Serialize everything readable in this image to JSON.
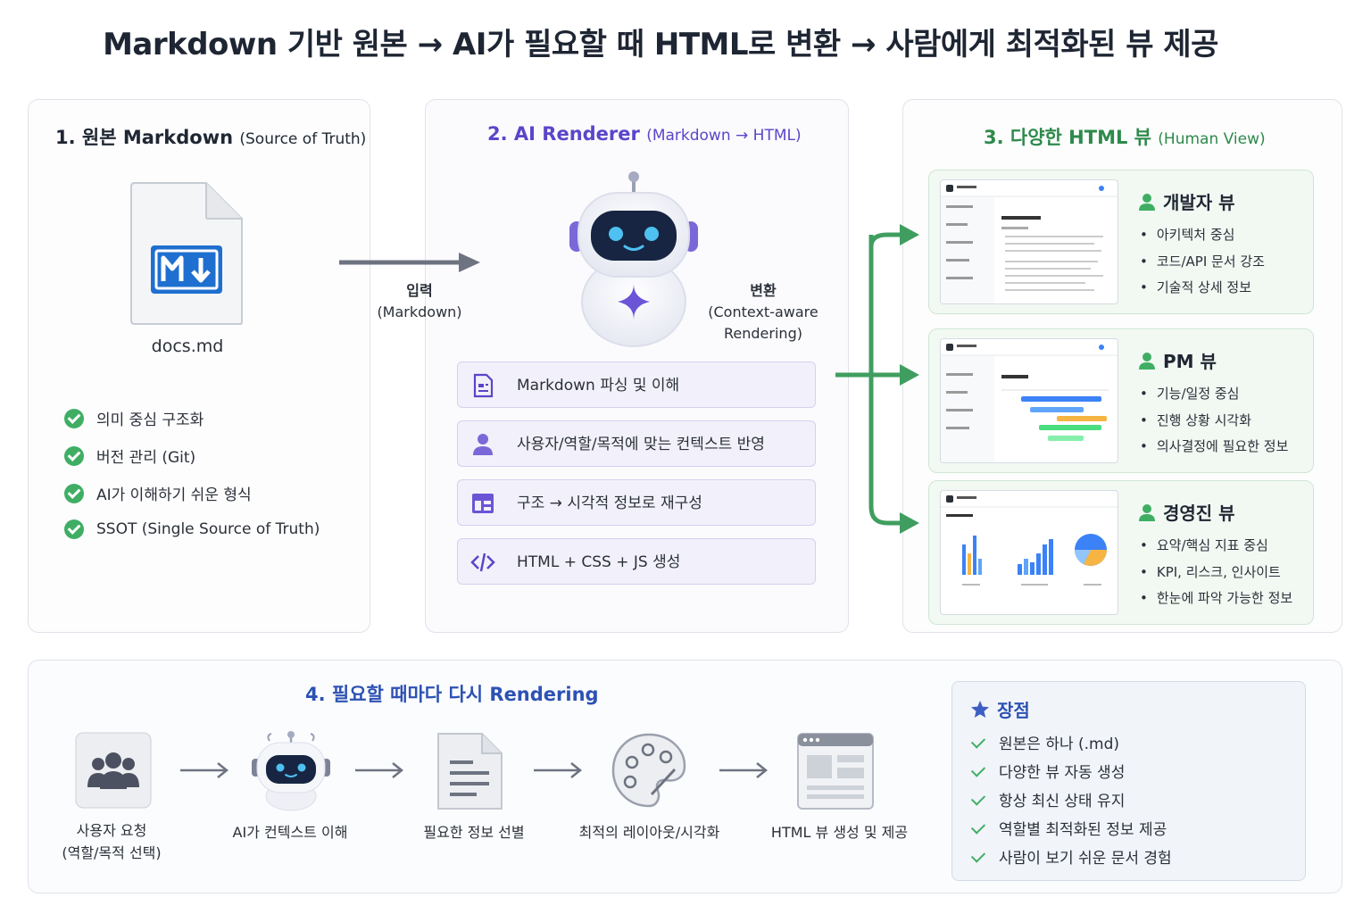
{
  "title": "Markdown 기반 원본 → AI가 필요할 때 HTML로 변환 → 사람에게 최적화된 뷰 제공",
  "source": {
    "heading": "1. 원본 Markdown",
    "heading_sub": "(Source of Truth)",
    "file_name": "docs.md",
    "features": [
      "의미 중심 구조화",
      "버전 관리 (Git)",
      "AI가 이해하기 쉬운 형식",
      "SSOT (Single Source of Truth)"
    ]
  },
  "renderer": {
    "heading": "2. AI Renderer",
    "heading_sub": "(Markdown → HTML)",
    "input_label": "입력",
    "input_sub": "(Markdown)",
    "transform_label": "변환",
    "transform_sub_1": "(Context-aware",
    "transform_sub_2": "Rendering)",
    "steps": [
      "Markdown 파싱 및 이해",
      "사용자/역할/목적에 맞는 컨텍스트 반영",
      "구조 → 시각적 정보로 재구성",
      "HTML + CSS + JS 생성"
    ]
  },
  "views": {
    "heading": "3. 다양한 HTML 뷰",
    "heading_sub": "(Human View)",
    "items": [
      {
        "title": "개발자 뷰",
        "points": [
          "아키텍처 중심",
          "코드/API 문서 강조",
          "기술적 상세 정보"
        ]
      },
      {
        "title": "PM 뷰",
        "points": [
          "기능/일정 중심",
          "진행 상황 시각화",
          "의사결정에 필요한 정보"
        ]
      },
      {
        "title": "경영진 뷰",
        "points": [
          "요약/핵심 지표 중심",
          "KPI, 리스크, 인사이트",
          "한눈에 파악 가능한 정보"
        ]
      }
    ]
  },
  "flow": {
    "heading": "4. 필요할 때마다 다시 Rendering",
    "steps": [
      {
        "line1": "사용자 요청",
        "line2": "(역할/목적 선택)"
      },
      {
        "line1": "AI가 컨텍스트 이해",
        "line2": ""
      },
      {
        "line1": "필요한 정보 선별",
        "line2": ""
      },
      {
        "line1": "최적의 레이아웃/시각화",
        "line2": ""
      },
      {
        "line1": "HTML 뷰 생성 및 제공",
        "line2": ""
      }
    ]
  },
  "advantages": {
    "heading": "장점",
    "items": [
      "원본은 하나 (.md)",
      "다양한 뷰 자동 생성",
      "항상 최신 상태 유지",
      "역할별 최적화된 정보 제공",
      "사람이 보기 쉬운 문서 경험"
    ]
  },
  "colors": {
    "accent_purple": "#5b45c9",
    "accent_green": "#2e8a4c",
    "accent_blue": "#2d52b3",
    "check_green": "#3fae64",
    "markdown_blue": "#1f6fd0"
  },
  "icons": [
    "markdown-file-icon",
    "robot-icon",
    "document-icon",
    "user-icon",
    "layout-icon",
    "code-icon",
    "person-icon",
    "users-icon",
    "palette-icon",
    "browser-icon",
    "star-icon",
    "check-icon"
  ]
}
